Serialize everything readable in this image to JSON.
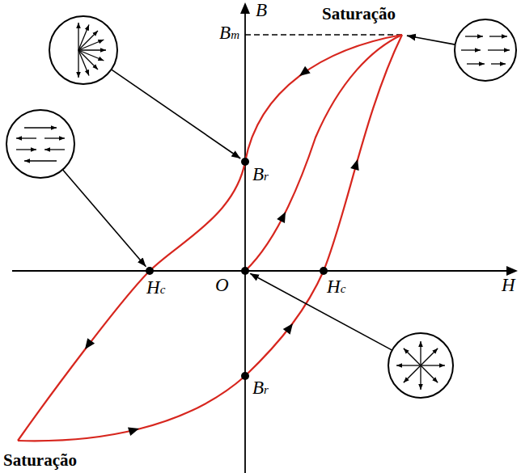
{
  "diagram": {
    "labels": [
      "B",
      "Bm",
      "Saturação",
      "Br",
      "H",
      "Hc",
      "O",
      "Hc",
      "Br",
      "Saturação"
    ]
  }
}
